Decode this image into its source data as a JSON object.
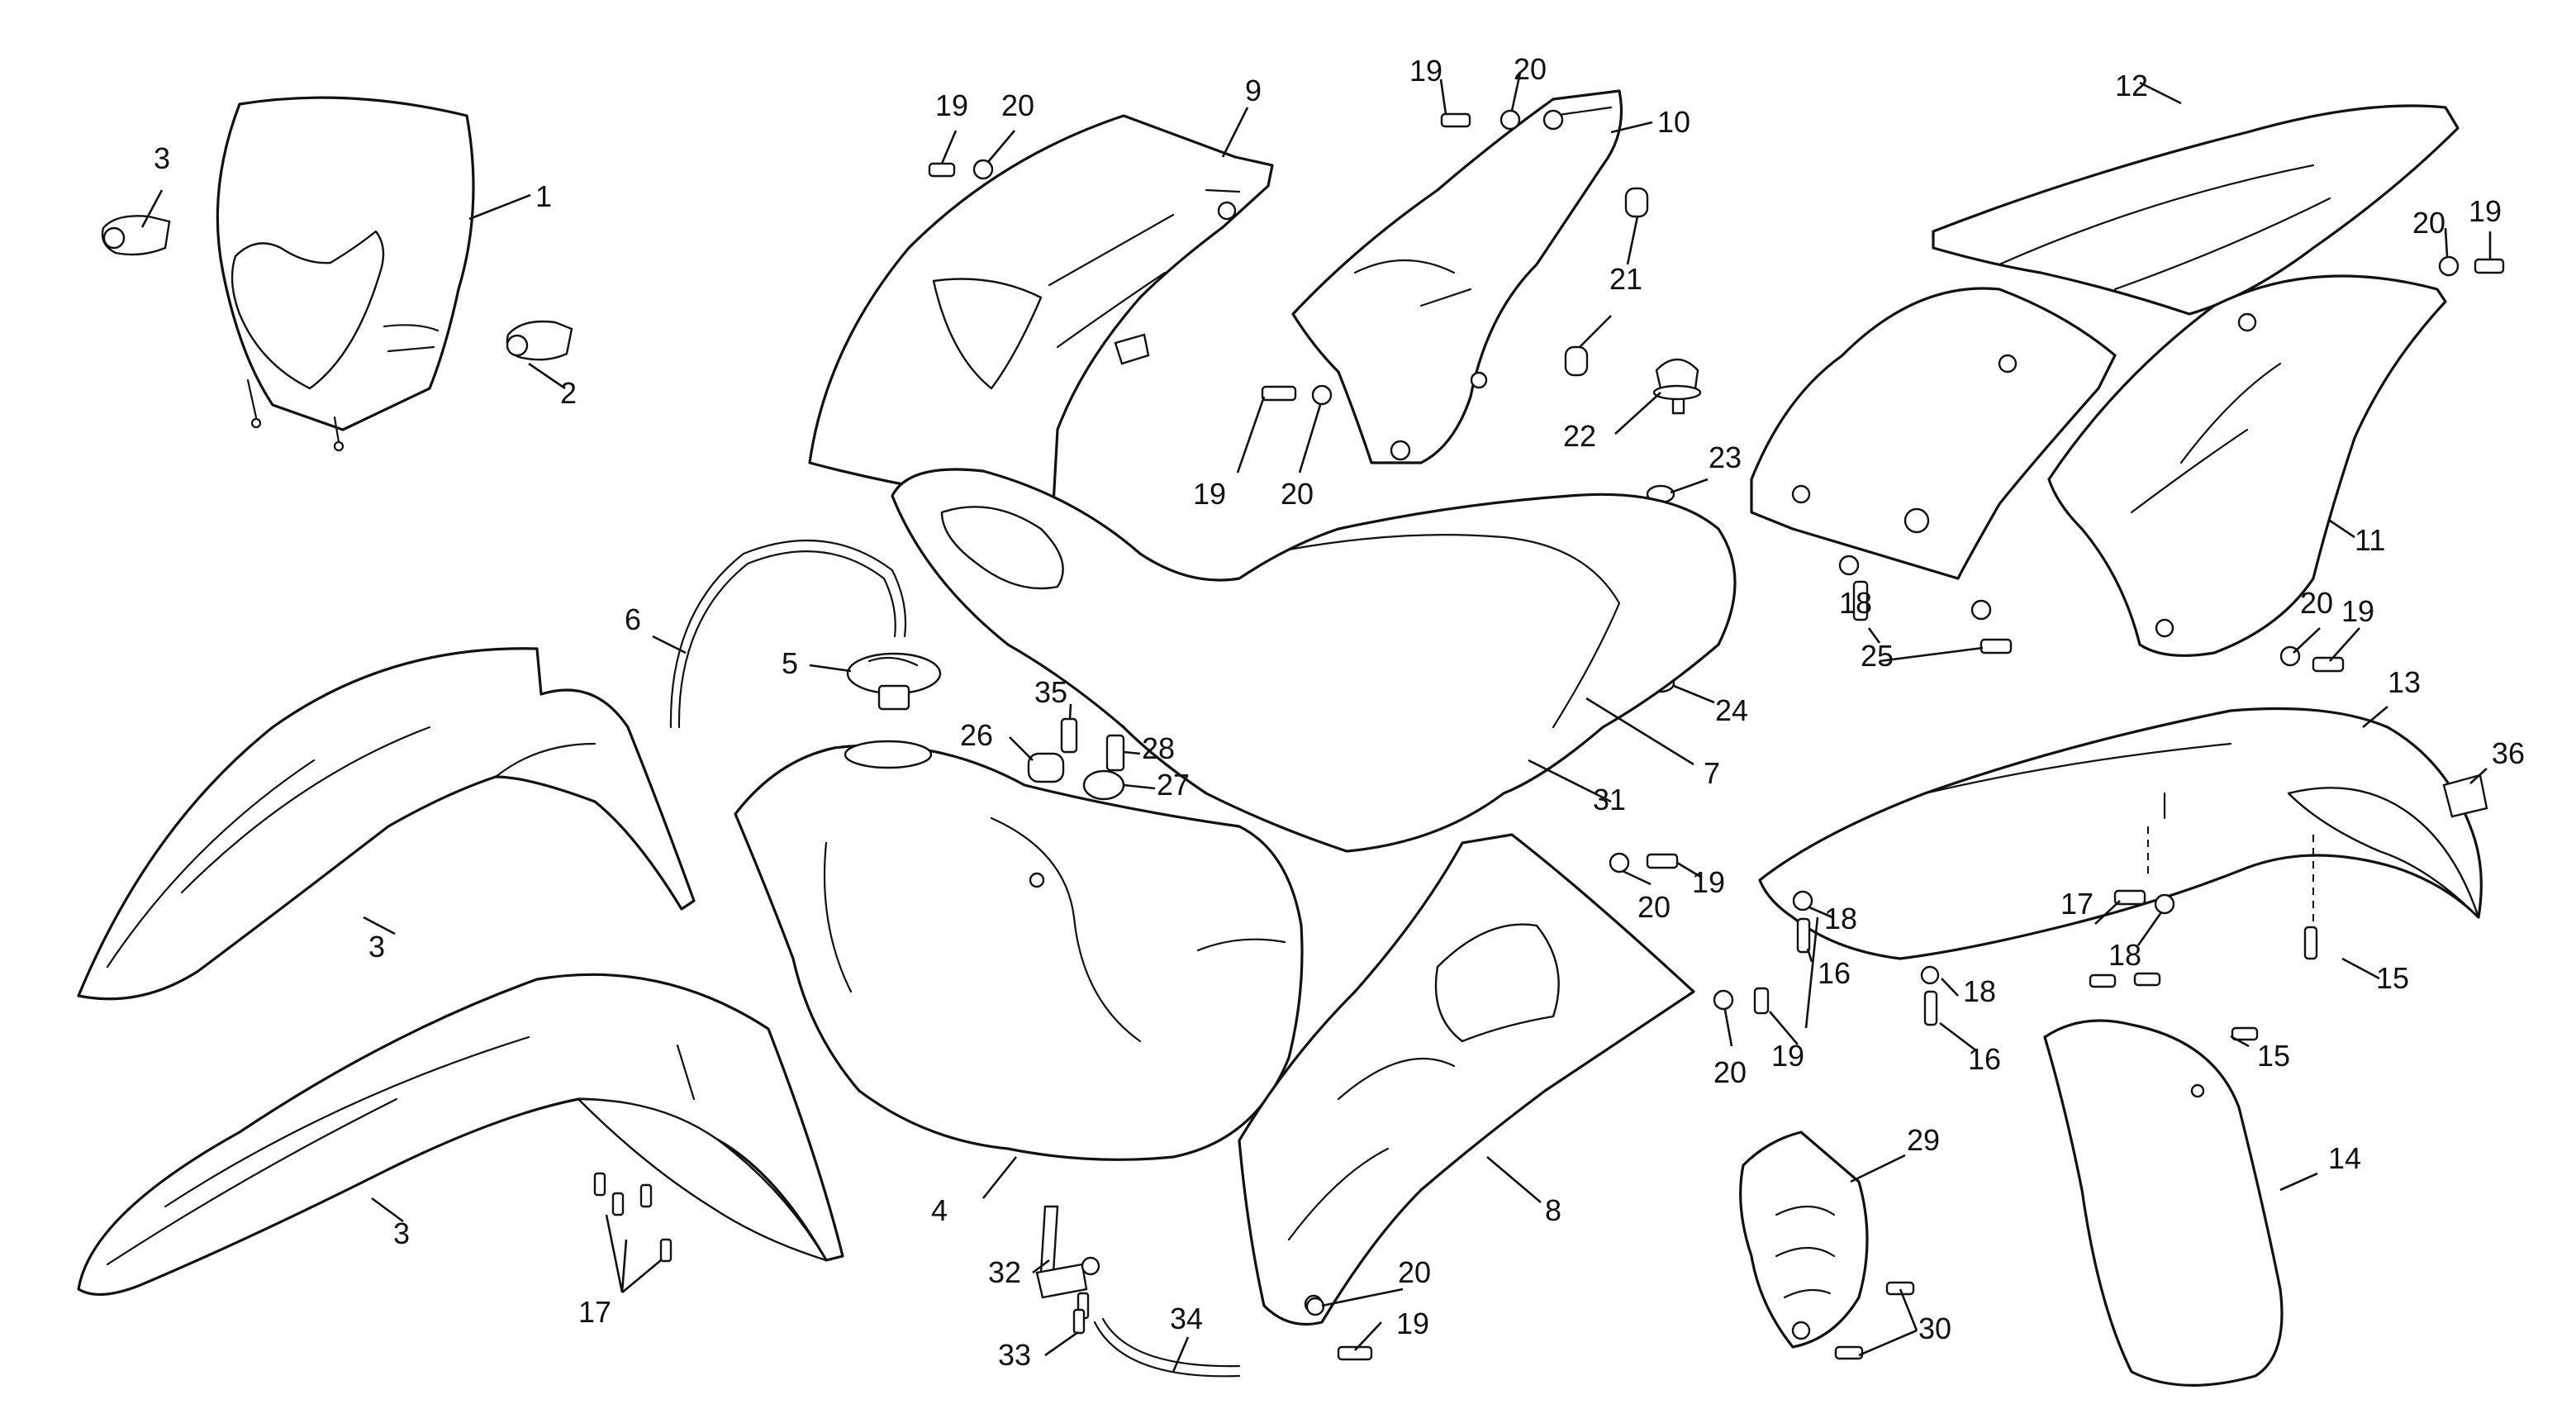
{
  "callouts": [
    {
      "id": "c1",
      "text": "1"
    },
    {
      "id": "c2",
      "text": "2"
    },
    {
      "id": "c3a",
      "text": "3"
    },
    {
      "id": "c3b",
      "text": "3"
    },
    {
      "id": "c3c",
      "text": "3"
    },
    {
      "id": "c4",
      "text": "4"
    },
    {
      "id": "c5",
      "text": "5"
    },
    {
      "id": "c6",
      "text": "6"
    },
    {
      "id": "c7",
      "text": "7"
    },
    {
      "id": "c8",
      "text": "8"
    },
    {
      "id": "c9",
      "text": "9"
    },
    {
      "id": "c10",
      "text": "10"
    },
    {
      "id": "c11",
      "text": "11"
    },
    {
      "id": "c12",
      "text": "12"
    },
    {
      "id": "c13",
      "text": "13"
    },
    {
      "id": "c14",
      "text": "14"
    },
    {
      "id": "c15a",
      "text": "15"
    },
    {
      "id": "c15b",
      "text": "15"
    },
    {
      "id": "c16a",
      "text": "16"
    },
    {
      "id": "c16b",
      "text": "16"
    },
    {
      "id": "c17a",
      "text": "17"
    },
    {
      "id": "c17b",
      "text": "17"
    },
    {
      "id": "c18a",
      "text": "18"
    },
    {
      "id": "c18b",
      "text": "18"
    },
    {
      "id": "c18c",
      "text": "18"
    },
    {
      "id": "c18d",
      "text": "18"
    },
    {
      "id": "c19a",
      "text": "19"
    },
    {
      "id": "c19b",
      "text": "19"
    },
    {
      "id": "c19c",
      "text": "19"
    },
    {
      "id": "c19d",
      "text": "19"
    },
    {
      "id": "c19e",
      "text": "19"
    },
    {
      "id": "c19f",
      "text": "19"
    },
    {
      "id": "c19g",
      "text": "19"
    },
    {
      "id": "c19h",
      "text": "19"
    },
    {
      "id": "c20a",
      "text": "20"
    },
    {
      "id": "c20b",
      "text": "20"
    },
    {
      "id": "c20c",
      "text": "20"
    },
    {
      "id": "c20d",
      "text": "20"
    },
    {
      "id": "c20e",
      "text": "20"
    },
    {
      "id": "c20f",
      "text": "20"
    },
    {
      "id": "c20g",
      "text": "20"
    },
    {
      "id": "c20h",
      "text": "20"
    },
    {
      "id": "c21",
      "text": "21"
    },
    {
      "id": "c22",
      "text": "22"
    },
    {
      "id": "c23",
      "text": "23"
    },
    {
      "id": "c24",
      "text": "24"
    },
    {
      "id": "c25",
      "text": "25"
    },
    {
      "id": "c26",
      "text": "26"
    },
    {
      "id": "c27",
      "text": "27"
    },
    {
      "id": "c28",
      "text": "28"
    },
    {
      "id": "c29",
      "text": "29"
    },
    {
      "id": "c30",
      "text": "30"
    },
    {
      "id": "c31",
      "text": "31"
    },
    {
      "id": "c32",
      "text": "32"
    },
    {
      "id": "c33",
      "text": "33"
    },
    {
      "id": "c34",
      "text": "34"
    },
    {
      "id": "c35",
      "text": "35"
    },
    {
      "id": "c36",
      "text": "36"
    }
  ],
  "parts": [
    {
      "id": "p1",
      "icon": "headlight-mask-icon"
    },
    {
      "id": "p2",
      "icon": "cable-clamp-icon"
    },
    {
      "id": "p3",
      "icon": "front-fender-icon"
    },
    {
      "id": "p4",
      "icon": "fuel-tank-icon"
    },
    {
      "id": "p5",
      "icon": "fuel-cap-icon"
    },
    {
      "id": "p6",
      "icon": "breather-hose-icon"
    },
    {
      "id": "p7",
      "icon": "seat-icon"
    },
    {
      "id": "p8",
      "icon": "tank-side-cover-icon"
    },
    {
      "id": "p9",
      "icon": "radiator-scoop-icon"
    },
    {
      "id": "p10",
      "icon": "side-panel-icon"
    },
    {
      "id": "p11",
      "icon": "number-plate-icon"
    },
    {
      "id": "p12",
      "icon": "rear-fender-icon"
    },
    {
      "id": "p13",
      "icon": "rear-fender-icon"
    },
    {
      "id": "p14",
      "icon": "mud-flap-icon"
    },
    {
      "id": "p29",
      "icon": "chain-guide-icon"
    },
    {
      "id": "p32",
      "icon": "fuel-tap-icon"
    },
    {
      "id": "p34",
      "icon": "fuel-hose-icon"
    }
  ]
}
